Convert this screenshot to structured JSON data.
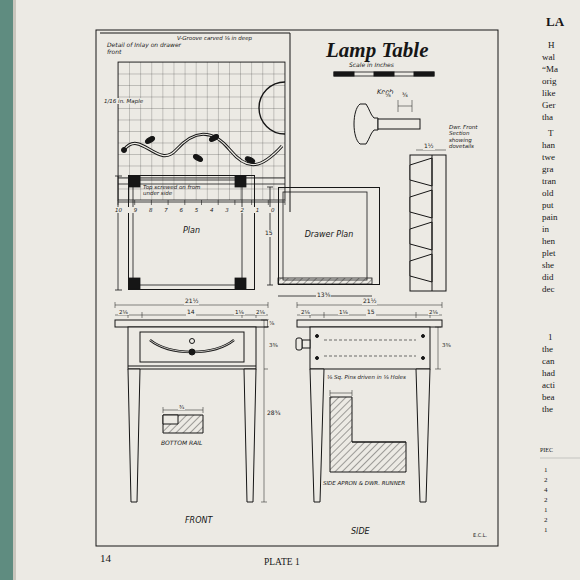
{
  "diagram": {
    "title": "Lamp Table",
    "nodes": [
      {
        "text": [
          "Plan",
          "Top screwed on from under side"
        ]
      },
      {
        "text": [
          "Drawer Plan"
        ]
      }
    ],
    "labels": [
      "Scale in Inches",
      "Detail of Inlay on drawer front",
      "V-Groove carved ⅛ in deep",
      "1/16 in. Maple",
      "10 9 8 7 6 5 4 3 2 1 0",
      "Knob",
      "Dwr. Front Section showing dovetails",
      "1½",
      "¾",
      "⅝",
      "21½",
      "2⅛",
      "14",
      "1⅛",
      "2⅛",
      "21½",
      "2⅛",
      "1⅛",
      "15",
      "2⅛",
      "⅞",
      "3⅜",
      "28¾",
      "3⅜",
      "⅛ Sq. Pins driven in ⅛ Holes",
      "15",
      "13⅜",
      "¾",
      "BOTTOM RAIL",
      "SIDE APRON & DWR. RUNNER",
      "FRONT",
      "SIDE",
      "E.C.L.",
      "14",
      "PLATE 1",
      "LA",
      "H",
      "wal",
      "“Ma",
      "orig",
      "like",
      "Ger",
      "tha",
      "T",
      "han",
      "twe",
      "gra",
      "tran",
      "old",
      "put",
      "pain",
      "in",
      "hen",
      "plet",
      "she",
      "did",
      "dec",
      "1",
      "the",
      "can",
      "had",
      "acti",
      "bea",
      "the",
      "PIEC",
      "1",
      "2",
      "4",
      "2",
      "1",
      "2",
      "1"
    ]
  }
}
